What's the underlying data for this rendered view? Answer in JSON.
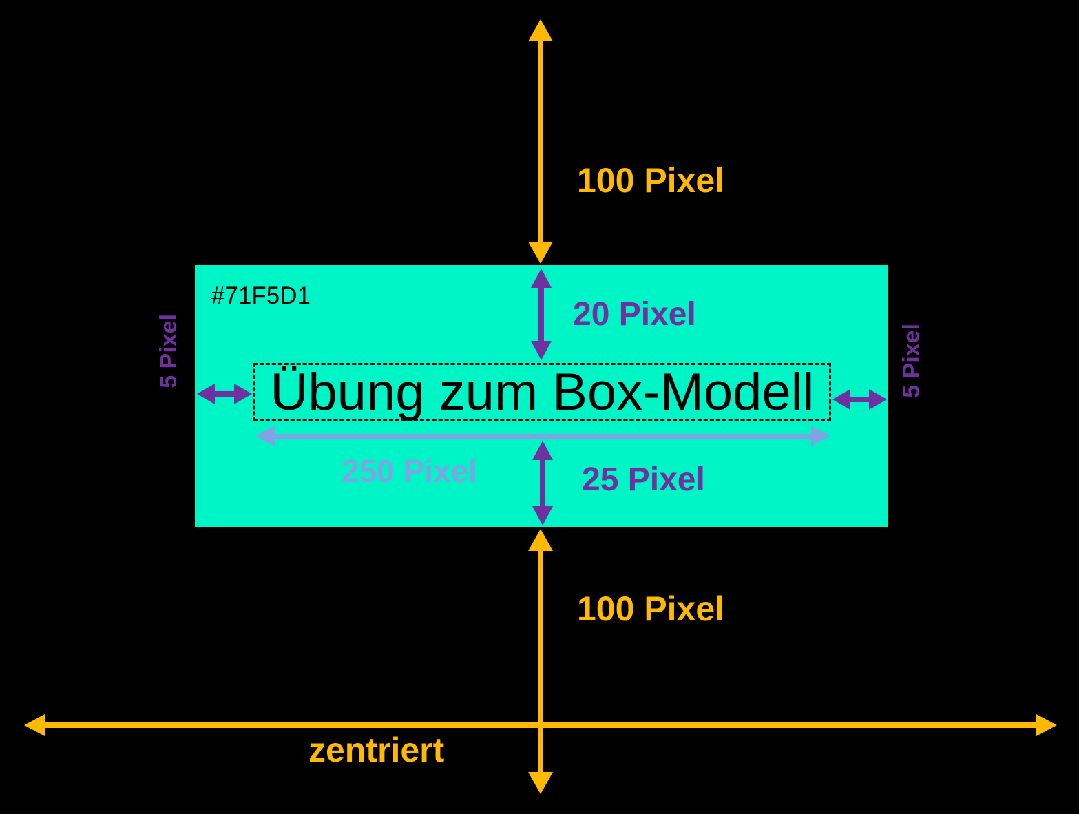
{
  "diagram": {
    "hex_label": "#71F5D1",
    "content_text": "Übung zum Box-Modell",
    "margin_top_label": "100 Pixel",
    "margin_bottom_label": "100 Pixel",
    "padding_top_label": "20 Pixel",
    "padding_bottom_label": "25 Pixel",
    "padding_left_label": "5 Pixel",
    "padding_right_label": "5 Pixel",
    "content_width_label": "250 Pixel",
    "alignment_label": "zentriert"
  },
  "colors": {
    "background": "#000000",
    "box_fill_rendered": "#00F5C6",
    "box_fill_stated": "#71F5D1",
    "margin_accent": "#FFB900",
    "padding_accent": "#7030A0",
    "content_width_accent": "#7FA3E3",
    "text": "#000000"
  }
}
